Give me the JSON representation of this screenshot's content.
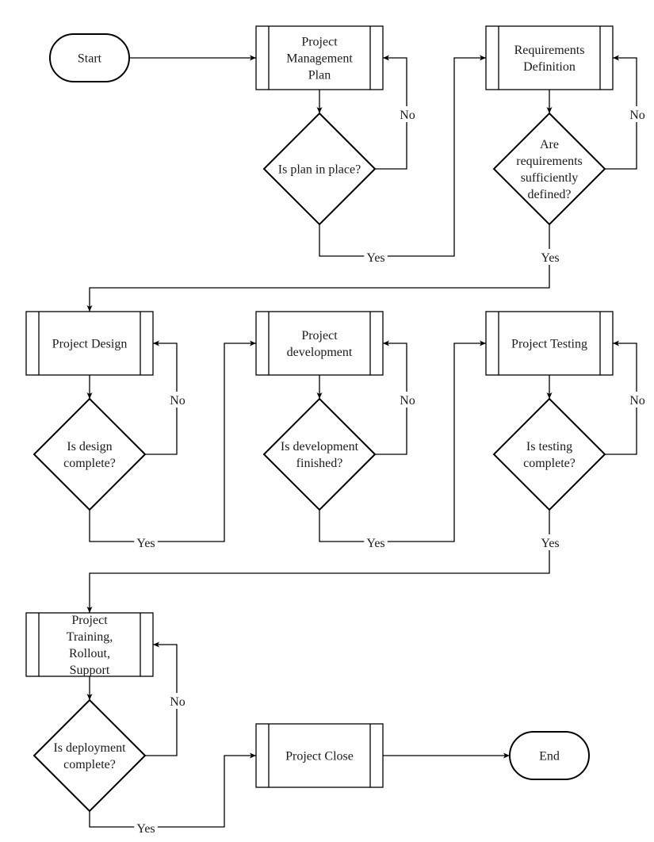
{
  "diagram": {
    "type": "flowchart",
    "nodes": {
      "start": {
        "kind": "terminator",
        "lines": [
          "Start"
        ]
      },
      "pmp": {
        "kind": "process",
        "lines": [
          "Project",
          "Management",
          "Plan"
        ]
      },
      "d_plan": {
        "kind": "decision",
        "lines": [
          "Is plan in place?"
        ]
      },
      "req": {
        "kind": "process",
        "lines": [
          "Requirements",
          "Definition"
        ]
      },
      "d_req": {
        "kind": "decision",
        "lines": [
          "Are",
          "requirements",
          "sufficiently",
          "defined?"
        ]
      },
      "design": {
        "kind": "process",
        "lines": [
          "Project Design"
        ]
      },
      "d_design": {
        "kind": "decision",
        "lines": [
          "Is design",
          "complete?"
        ]
      },
      "dev": {
        "kind": "process",
        "lines": [
          "Project",
          "development"
        ]
      },
      "d_dev": {
        "kind": "decision",
        "lines": [
          "Is development",
          "finished?"
        ]
      },
      "test": {
        "kind": "process",
        "lines": [
          "Project Testing"
        ]
      },
      "d_test": {
        "kind": "decision",
        "lines": [
          "Is testing",
          "complete?"
        ]
      },
      "train": {
        "kind": "process",
        "lines": [
          "Project",
          "Training,",
          "Rollout,",
          "Support"
        ]
      },
      "d_deploy": {
        "kind": "decision",
        "lines": [
          "Is deployment",
          "complete?"
        ]
      },
      "close": {
        "kind": "process",
        "lines": [
          "Project Close"
        ]
      },
      "end": {
        "kind": "terminator",
        "lines": [
          "End"
        ]
      }
    },
    "edges": [
      {
        "from": "start",
        "to": "pmp",
        "label": ""
      },
      {
        "from": "pmp",
        "to": "d_plan",
        "label": ""
      },
      {
        "from": "d_plan",
        "to": "pmp",
        "label": "No"
      },
      {
        "from": "d_plan",
        "to": "req",
        "label": "Yes"
      },
      {
        "from": "req",
        "to": "d_req",
        "label": ""
      },
      {
        "from": "d_req",
        "to": "req",
        "label": "No"
      },
      {
        "from": "d_req",
        "to": "design",
        "label": "Yes"
      },
      {
        "from": "design",
        "to": "d_design",
        "label": ""
      },
      {
        "from": "d_design",
        "to": "design",
        "label": "No"
      },
      {
        "from": "d_design",
        "to": "dev",
        "label": "Yes"
      },
      {
        "from": "dev",
        "to": "d_dev",
        "label": ""
      },
      {
        "from": "d_dev",
        "to": "dev",
        "label": "No"
      },
      {
        "from": "d_dev",
        "to": "test",
        "label": "Yes"
      },
      {
        "from": "test",
        "to": "d_test",
        "label": ""
      },
      {
        "from": "d_test",
        "to": "test",
        "label": "No"
      },
      {
        "from": "d_test",
        "to": "train",
        "label": "Yes"
      },
      {
        "from": "train",
        "to": "d_deploy",
        "label": ""
      },
      {
        "from": "d_deploy",
        "to": "train",
        "label": "No"
      },
      {
        "from": "d_deploy",
        "to": "close",
        "label": "Yes"
      },
      {
        "from": "close",
        "to": "end",
        "label": ""
      }
    ]
  }
}
